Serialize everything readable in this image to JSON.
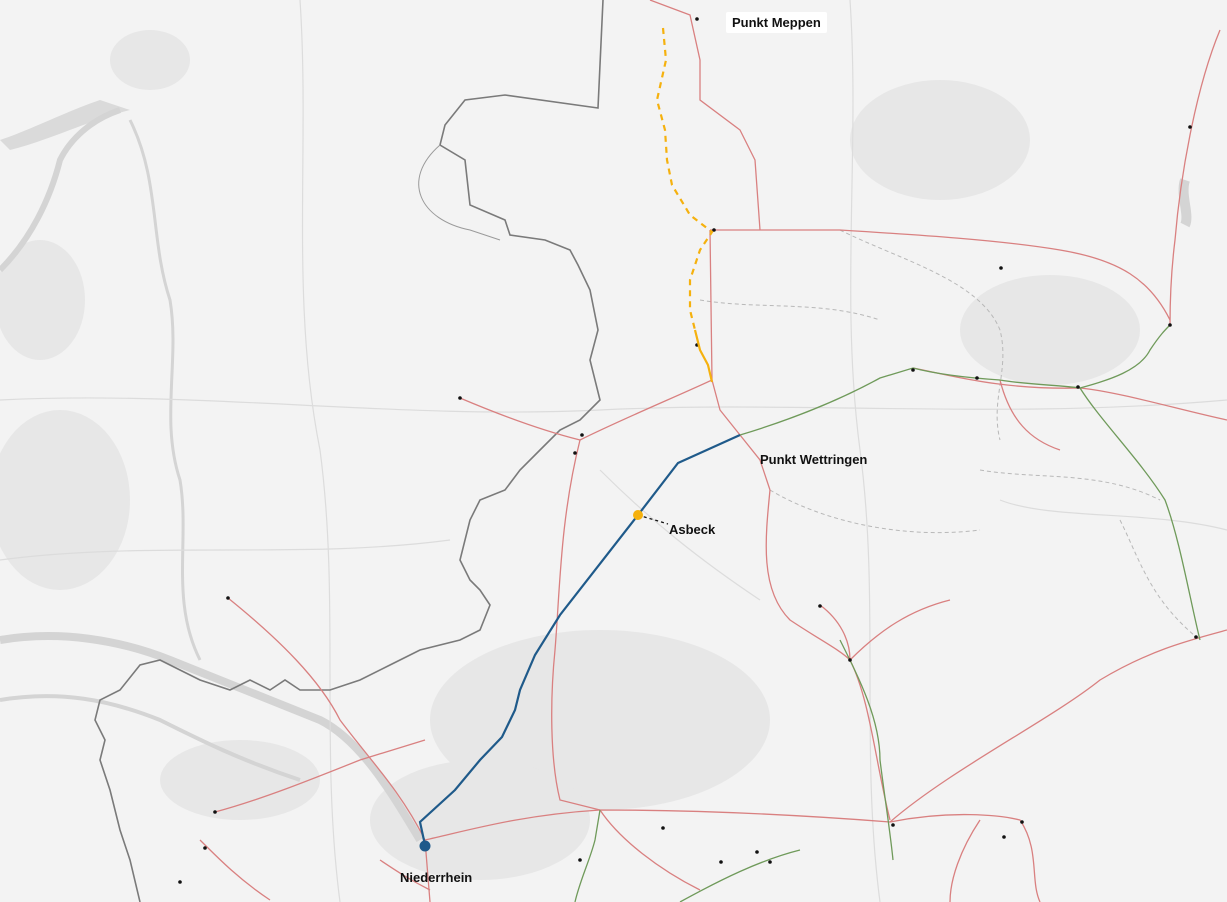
{
  "map": {
    "labels": {
      "meppen": "Punkt Meppen",
      "wettringen": "Punkt Wettringen",
      "asbeck": "Asbeck",
      "niederrhein": "Niederrhein"
    },
    "colors": {
      "background": "#f3f3f3",
      "border": "#7a7a7a",
      "rail": "#d98080",
      "green_line": "#6f9a5a",
      "pipeline_blue": "#1f5a8a",
      "pipeline_orange": "#f5b10e",
      "water": "#d7d7d7",
      "forest": "#e6e6e6"
    }
  }
}
